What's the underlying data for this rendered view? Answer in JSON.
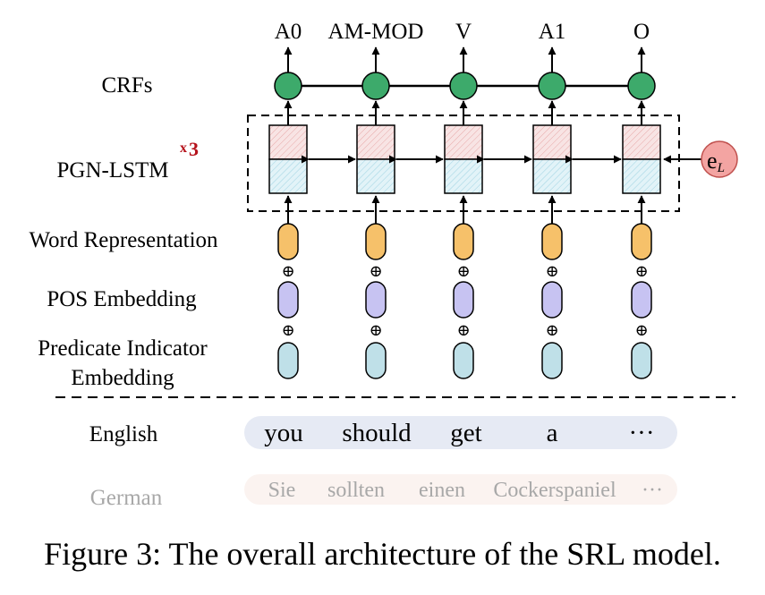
{
  "labels": {
    "crfs": "CRFs",
    "pgn_lstm": "PGN-LSTM",
    "layers_x": "x",
    "layers_n": "3",
    "word_repr": "Word Representation",
    "pos_emb": "POS Embedding",
    "pred_ind_line1": "Predicate Indicator",
    "pred_ind_line2": "Embedding",
    "english": "English",
    "german": "German",
    "lang_emb_e": "e",
    "lang_emb_sub": "L",
    "plus": "⊕"
  },
  "srl_tags": [
    "A0",
    "AM-MOD",
    "V",
    "A1",
    "O"
  ],
  "english_tokens": [
    "you",
    "should",
    "get",
    "a",
    "···"
  ],
  "german_tokens": [
    "Sie",
    "sollten",
    "einen",
    "Cockerspaniel",
    "···"
  ],
  "caption": "Figure 3: The overall architecture of the SRL model.",
  "colors": {
    "crf_node": "#3daa6b",
    "word_repr": "#f6c16a",
    "pos_emb": "#c7c3f2",
    "pred_ind": "#bfe0e8",
    "lstm_top": "#f6dede",
    "lstm_bottom": "#dcf0f6",
    "lang_emb": "#f3a4a2",
    "layers_count": "#b5121b",
    "english_band": "#e6eaf4",
    "german_band": "#fbf3f0",
    "german_text": "#a8a8a8"
  }
}
